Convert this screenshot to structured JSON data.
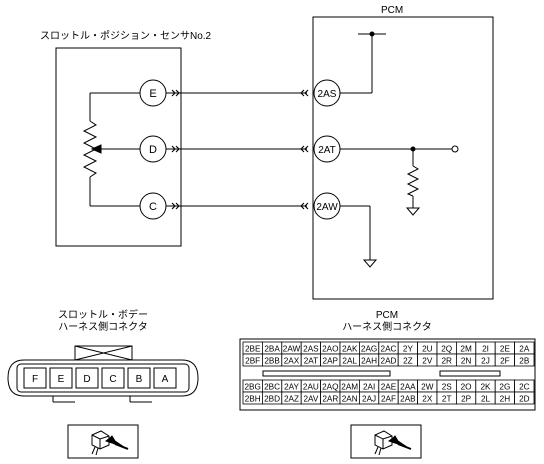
{
  "sensor": {
    "title": "スロットル・ポジション・センサNo.2",
    "terminals": [
      {
        "label": "E"
      },
      {
        "label": "D"
      },
      {
        "label": "C"
      }
    ]
  },
  "pcm": {
    "title": "PCM",
    "terminals": [
      {
        "label": "2AS"
      },
      {
        "label": "2AT"
      },
      {
        "label": "2AW"
      }
    ]
  },
  "sensor_connector": {
    "caption_line1": "スロットル・ボデー",
    "caption_line2": "ハーネス側コネクタ",
    "pins": [
      "F",
      "E",
      "D",
      "C",
      "B",
      "A"
    ]
  },
  "pcm_connector": {
    "caption_line1": "PCM",
    "caption_line2": "ハーネス側コネクタ",
    "row1": [
      "2BE",
      "2BA",
      "2AW",
      "2AS",
      "2AO",
      "2AK",
      "2AG",
      "2AC",
      "2Y",
      "2U",
      "2Q",
      "2M",
      "2I",
      "2E",
      "2A"
    ],
    "row2": [
      "2BF",
      "2BB",
      "2AX",
      "2AT",
      "2AP",
      "2AL",
      "2AH",
      "2AD",
      "2Z",
      "2V",
      "2R",
      "2N",
      "2J",
      "2F",
      "2B"
    ],
    "row3": [
      "2BG",
      "2BC",
      "2AY",
      "2AU",
      "2AQ",
      "2AM",
      "2AI",
      "2AE",
      "2AA",
      "2W",
      "2S",
      "2O",
      "2K",
      "2G",
      "2C"
    ],
    "row4": [
      "2BH",
      "2BD",
      "2AZ",
      "2AV",
      "2AR",
      "2AN",
      "2AJ",
      "2AF",
      "2AB",
      "2X",
      "2T",
      "2P",
      "2L",
      "2H",
      "2D"
    ]
  }
}
